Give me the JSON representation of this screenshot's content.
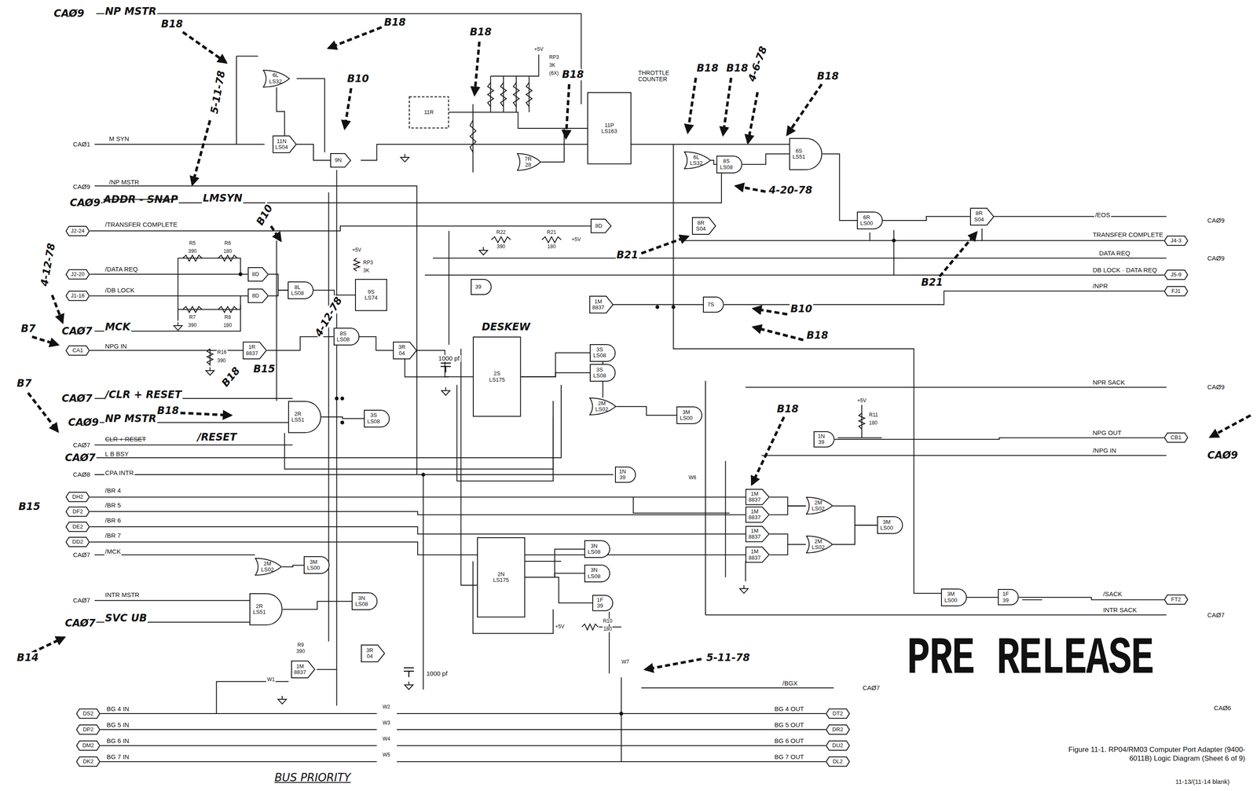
{
  "diagram": {
    "caption": "Figure 11-1. RP04/RM03 Computer Port Adapter (9400-6011B) Logic Diagram (Sheet 6 of 9)",
    "nodes": [
      {
        "text": [
          "J2-24"
        ]
      },
      {
        "text": [
          "J2-20"
        ]
      },
      {
        "text": [
          "J1-16"
        ]
      },
      {
        "text": [
          "CA1"
        ]
      },
      {
        "text": [
          "DH2"
        ]
      },
      {
        "text": [
          "DF2"
        ]
      },
      {
        "text": [
          "DE2"
        ]
      },
      {
        "text": [
          "DD2"
        ]
      },
      {
        "text": [
          "DS2"
        ]
      },
      {
        "text": [
          "DP2"
        ]
      },
      {
        "text": [
          "DM2"
        ]
      },
      {
        "text": [
          "DK2"
        ]
      },
      {
        "text": [
          "6L",
          "LS32"
        ]
      },
      {
        "text": [
          "11N",
          "LS04"
        ]
      },
      {
        "text": [
          "9N"
        ]
      },
      {
        "text": [
          "11R"
        ]
      },
      {
        "text": [
          "7R",
          "28"
        ]
      },
      {
        "text": [
          "11P",
          "LS163"
        ]
      },
      {
        "text": [
          "8D"
        ]
      },
      {
        "text": [
          "8D"
        ]
      },
      {
        "text": [
          "8L",
          "LS08"
        ]
      },
      {
        "text": [
          "9S",
          "LS74"
        ]
      },
      {
        "text": [
          "1R",
          "8837"
        ]
      },
      {
        "text": [
          "8S",
          "LS08"
        ]
      },
      {
        "text": [
          "3R",
          "04"
        ]
      },
      {
        "text": [
          "39"
        ]
      },
      {
        "text": [
          "8D"
        ]
      },
      {
        "text": [
          "8R",
          "S04"
        ]
      },
      {
        "text": [
          "1M",
          "8837"
        ]
      },
      {
        "text": [
          "6L",
          "LS32"
        ]
      },
      {
        "text": [
          "8S",
          "LS08"
        ]
      },
      {
        "text": [
          "6S",
          "LS51"
        ]
      },
      {
        "text": [
          "6R",
          "LS00"
        ]
      },
      {
        "text": [
          "8R",
          "S04"
        ]
      },
      {
        "text": [
          "7S"
        ]
      },
      {
        "text": [
          "2S",
          "LS175"
        ]
      },
      {
        "text": [
          "3S",
          "LS08"
        ]
      },
      {
        "text": [
          "3S",
          "LS08"
        ]
      },
      {
        "text": [
          "2M",
          "LS02"
        ]
      },
      {
        "text": [
          "3M",
          "LS00"
        ]
      },
      {
        "text": [
          "2R",
          "LS51"
        ]
      },
      {
        "text": [
          "3S",
          "LS08"
        ]
      },
      {
        "text": [
          "1N",
          "39"
        ]
      },
      {
        "text": [
          "1N",
          "39"
        ]
      },
      {
        "text": [
          "1M",
          "8837"
        ]
      },
      {
        "text": [
          "1M",
          "8837"
        ]
      },
      {
        "text": [
          "1M",
          "8837"
        ]
      },
      {
        "text": [
          "1M",
          "8837"
        ]
      },
      {
        "text": [
          "2M",
          "LS02"
        ]
      },
      {
        "text": [
          "2M",
          "LS02"
        ]
      },
      {
        "text": [
          "3M",
          "LS00"
        ]
      },
      {
        "text": [
          "3M",
          "LS00"
        ]
      },
      {
        "text": [
          "1F",
          "39"
        ]
      },
      {
        "text": [
          "2M",
          "LS02"
        ]
      },
      {
        "text": [
          "3M",
          "LS00"
        ]
      },
      {
        "text": [
          "2R",
          "LS51"
        ]
      },
      {
        "text": [
          "3N",
          "LS08"
        ]
      },
      {
        "text": [
          "2N",
          "LS175"
        ]
      },
      {
        "text": [
          "3N",
          "LS08"
        ]
      },
      {
        "text": [
          "3N",
          "LS08"
        ]
      },
      {
        "text": [
          "1F",
          "39"
        ]
      },
      {
        "text": [
          "3R",
          "04"
        ]
      },
      {
        "text": [
          "1M",
          "8837"
        ]
      },
      {
        "text": [
          "J4-3"
        ]
      },
      {
        "text": [
          "J5-9"
        ]
      },
      {
        "text": [
          "FJ1"
        ]
      },
      {
        "text": [
          "CB1"
        ]
      },
      {
        "text": [
          "FT2"
        ]
      },
      {
        "text": [
          "DT2"
        ]
      },
      {
        "text": [
          "DR2"
        ]
      },
      {
        "text": [
          "DU2"
        ]
      },
      {
        "text": [
          "DL2"
        ]
      }
    ],
    "edges": [
      {
        "from": 0,
        "to": 26,
        "arrow": "none"
      },
      {
        "from": 1,
        "to": 18,
        "arrow": "none"
      },
      {
        "from": 2,
        "to": 19,
        "arrow": "none"
      },
      {
        "from": 18,
        "to": 20,
        "arrow": "none"
      },
      {
        "from": 19,
        "to": 20,
        "arrow": "none"
      },
      {
        "from": 20,
        "to": 21,
        "arrow": "none"
      },
      {
        "from": 3,
        "to": 22,
        "arrow": "none"
      },
      {
        "from": 22,
        "to": 23,
        "arrow": "none"
      },
      {
        "from": 23,
        "to": 24,
        "arrow": "none"
      },
      {
        "from": 24,
        "to": 35,
        "arrow": "none"
      },
      {
        "from": 12,
        "to": 13,
        "arrow": "none"
      },
      {
        "from": 13,
        "to": 14,
        "arrow": "none"
      },
      {
        "from": 15,
        "to": 17,
        "arrow": "none"
      },
      {
        "from": 16,
        "to": 17,
        "arrow": "none"
      },
      {
        "from": 28,
        "to": 34,
        "arrow": "none"
      },
      {
        "from": 34,
        "to": 65,
        "arrow": "none"
      },
      {
        "from": 29,
        "to": 30,
        "arrow": "none"
      },
      {
        "from": 30,
        "to": 31,
        "arrow": "none"
      },
      {
        "from": 31,
        "to": 32,
        "arrow": "none"
      },
      {
        "from": 32,
        "to": 33,
        "arrow": "none"
      },
      {
        "from": 35,
        "to": 36,
        "arrow": "none"
      },
      {
        "from": 35,
        "to": 37,
        "arrow": "none"
      },
      {
        "from": 36,
        "to": 38,
        "arrow": "none"
      },
      {
        "from": 38,
        "to": 39,
        "arrow": "none"
      },
      {
        "from": 40,
        "to": 41,
        "arrow": "none"
      },
      {
        "from": 43,
        "to": 66,
        "arrow": "none"
      },
      {
        "from": 4,
        "to": 44,
        "arrow": "none"
      },
      {
        "from": 5,
        "to": 45,
        "arrow": "none"
      },
      {
        "from": 6,
        "to": 46,
        "arrow": "none"
      },
      {
        "from": 7,
        "to": 47,
        "arrow": "none"
      },
      {
        "from": 44,
        "to": 48,
        "arrow": "none"
      },
      {
        "from": 45,
        "to": 48,
        "arrow": "none"
      },
      {
        "from": 46,
        "to": 49,
        "arrow": "none"
      },
      {
        "from": 47,
        "to": 49,
        "arrow": "none"
      },
      {
        "from": 48,
        "to": 50,
        "arrow": "none"
      },
      {
        "from": 49,
        "to": 50,
        "arrow": "none"
      },
      {
        "from": 51,
        "to": 52,
        "arrow": "none"
      },
      {
        "from": 52,
        "to": 67,
        "arrow": "none"
      },
      {
        "from": 53,
        "to": 54,
        "arrow": "none"
      },
      {
        "from": 55,
        "to": 56,
        "arrow": "none"
      },
      {
        "from": 57,
        "to": 58,
        "arrow": "none"
      },
      {
        "from": 57,
        "to": 59,
        "arrow": "none"
      },
      {
        "from": 57,
        "to": 60,
        "arrow": "none"
      }
    ],
    "labels": [
      "CAØ9",
      "NP MSTR",
      "B18",
      "B18",
      "B18",
      "B10",
      "5-11-78",
      "B18",
      "B18",
      "B18",
      "4-6-78",
      "B18",
      "CAØ1",
      "M SYN",
      "CAØ9",
      "/NP MSTR",
      "CAØ9",
      "ADDR - SNAP",
      "LMSYN",
      "/TRANSFER COMPLETE",
      "R5",
      "390",
      "R6",
      "180",
      "/DATA REQ",
      "/DB LOCK",
      "R7",
      "390",
      "R8",
      "180",
      "4-12-78",
      "B7",
      "CAØ7",
      "MCK",
      "NPG IN",
      "R16",
      "390",
      "B7",
      "CAØ7",
      "/CLR + RESET",
      "CAØ9",
      "NP MSTR",
      "CAØ7",
      "CLR + RESET",
      "/RESET",
      "CAØ7",
      "L B BSY",
      "CAØ8",
      "CPA INTR",
      "/BR 4",
      "/BR 5",
      "/BR 6",
      "/BR 7",
      "B15",
      "CAØ7",
      "/MCK",
      "CAØ7",
      "INTR MSTR",
      "CAØ7",
      "SVC UB",
      "B14",
      "BG 4 IN",
      "BG 5 IN",
      "BG 6 IN",
      "BG 7 IN",
      "BUS PRIORITY",
      "W1",
      "R9",
      "390",
      "W2",
      "W3",
      "W4",
      "W5",
      "1000 pf",
      "1000 pf",
      "+5V",
      "RP3",
      "3K",
      "(6X)",
      "THROTTLE COUNTER",
      "DESKEW",
      "+5V",
      "RP3",
      "3K",
      "+5V",
      "R11",
      "180",
      "+5V",
      "R10",
      "180",
      "R22",
      "390",
      "R21",
      "180",
      "+5V",
      "B10",
      "B10",
      "B18",
      "B18",
      "B21",
      "B21",
      "4-20-78",
      "5-11-78",
      "B15",
      "B18",
      "B18",
      "4-12-78",
      "/EOS",
      "CAØ9",
      "TRANSFER COMPLETE",
      "DATA REQ",
      "CAØ9",
      "DB LOCK · DATA REQ",
      "/NPR",
      "NPR SACK",
      "CAØ9",
      "NPG OUT",
      "/NPG IN",
      "CAØ9",
      "/SACK",
      "INTR SACK",
      "CAØ7",
      "/BGX",
      "CAØ7",
      "BG 4 OUT",
      "BG 5 OUT",
      "BG 6 OUT",
      "BG 7 OUT",
      "PRE RELEASE",
      "CAØ6",
      "11-13/(11-14 blank)",
      "W6",
      "W7"
    ]
  }
}
